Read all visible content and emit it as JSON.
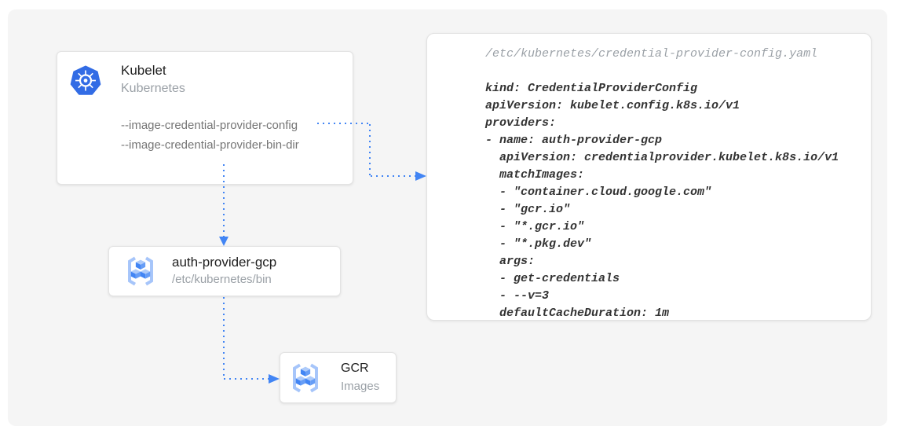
{
  "colors": {
    "accent_blue": "#4285F4",
    "kubernetes_blue": "#326CE5",
    "registry_icon_blue": "#669DF6",
    "registry_bracket_blue": "#A6C5FA",
    "canvas_background": "#F5F5F5",
    "title_text": "#212121",
    "secondary_text": "#9AA0A6",
    "flag_text": "#757575",
    "yaml_text": "#333333"
  },
  "nodes": {
    "kubelet": {
      "title": "Kubelet",
      "subtitle": "Kubernetes",
      "icon": "kubernetes-logo",
      "flags": [
        "--image-credential-provider-config",
        "--image-credential-provider-bin-dir"
      ]
    },
    "auth_provider": {
      "title": "auth-provider-gcp",
      "subtitle": "/etc/kubernetes/bin",
      "icon": "container-registry"
    },
    "gcr": {
      "title": "GCR",
      "subtitle": "Images",
      "icon": "container-registry"
    }
  },
  "connections": [
    {
      "from": "kubelet.--image-credential-provider-config",
      "to": "config-file-panel",
      "style": "dotted-arrow"
    },
    {
      "from": "kubelet",
      "to": "auth-provider-gcp",
      "style": "dotted-arrow"
    },
    {
      "from": "auth-provider-gcp",
      "to": "gcr",
      "style": "dotted-arrow"
    }
  ],
  "config_panel": {
    "filename": "/etc/kubernetes/credential-provider-config.yaml",
    "lines": [
      "kind: CredentialProviderConfig",
      "apiVersion: kubelet.config.k8s.io/v1",
      "providers:",
      "- name: auth-provider-gcp",
      "  apiVersion: credentialprovider.kubelet.k8s.io/v1",
      "  matchImages:",
      "  - \"container.cloud.google.com\"",
      "  - \"gcr.io\"",
      "  - \"*.gcr.io\"",
      "  - \"*.pkg.dev\"",
      "  args:",
      "  - get-credentials",
      "  - --v=3",
      "  defaultCacheDuration: 1m"
    ]
  }
}
